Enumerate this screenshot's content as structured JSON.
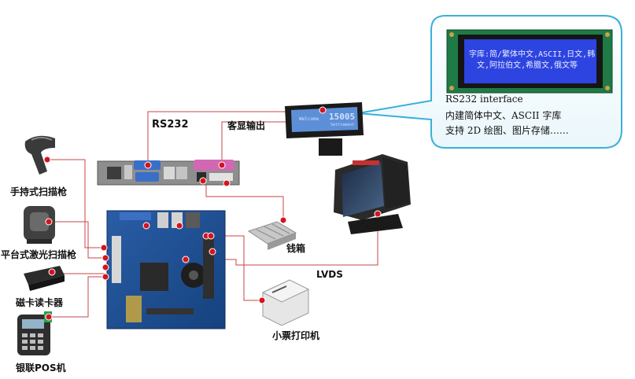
{
  "labels": {
    "rs232": "RS232",
    "customer_display_out": "客显输出",
    "handheld_scanner": "手持式扫描枪",
    "platform_scanner": "平台式激光扫描枪",
    "card_reader": "磁卡读卡器",
    "unionpay_pos": "银联POS机",
    "cash_drawer": "钱箱",
    "lvds": "LVDS",
    "receipt_printer": "小票打印机"
  },
  "callout": {
    "line1": "RS232 interface",
    "line2": "内建简体中文、ASCII 字库",
    "line3": "支持 2D 绘图、图片存储……"
  },
  "lcd": {
    "row1": "字库:简/繁体中文,ASCII,日文,韩",
    "row2": "文,阿拉伯文,希腊文,俄文等"
  },
  "customer_display": {
    "left": "Welcome",
    "amount": "15005",
    "sub": "Settlement"
  },
  "colors": {
    "line": "#c9444a",
    "dot": "#d4141d",
    "bubble_border": "#3ab0d8",
    "lcd_bg": "#2d44e0",
    "board": "#1d4f93"
  }
}
